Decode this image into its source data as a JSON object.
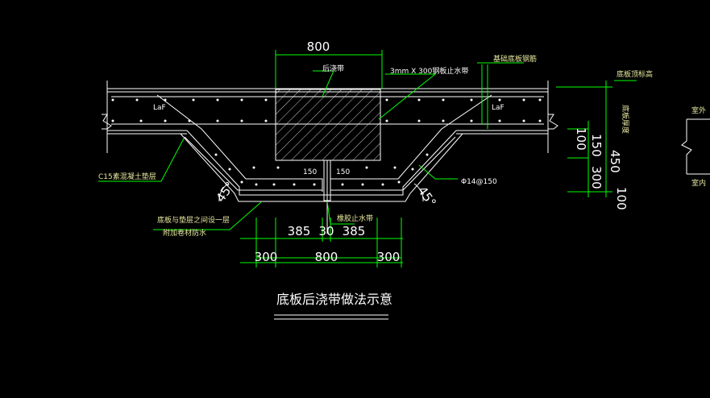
{
  "colors": {
    "background": "#000000",
    "concrete": "#ffffff",
    "rebar": "#ffffff",
    "dimension": "#00ff00",
    "hatch": "#ffffff"
  },
  "dimensions": {
    "top_width": "800",
    "bottom_segments": [
      "385",
      "30",
      "385"
    ],
    "bottom_overall": [
      "300",
      "800",
      "300"
    ],
    "right_stack": [
      "100",
      "150",
      "300",
      "100"
    ],
    "right_total": "450"
  },
  "labels": {
    "post_pour": "后浇带",
    "steel_waterstop": "3mm X 300钢板止水带",
    "base_slab_bar": "基础底板钢筋",
    "base_slab_top": "底板顶标高",
    "slab_thickness": "底板厚度",
    "lap_left": "LaF",
    "lap_right": "LaF",
    "cushion": "C15素混凝土垫层",
    "waterproof_note_1": "底板与垫层之间设一层",
    "waterproof_note_2": "附加卷材防水",
    "rubber_waterstop": "橡胶止水带",
    "bar_left": "150",
    "bar_right": "150",
    "stirrup": "Φ14@150",
    "angle_left": "45°",
    "angle_right": "45°",
    "edge_top": "室外",
    "edge_bottom": "室内"
  },
  "title": "底板后浇带做法示意"
}
